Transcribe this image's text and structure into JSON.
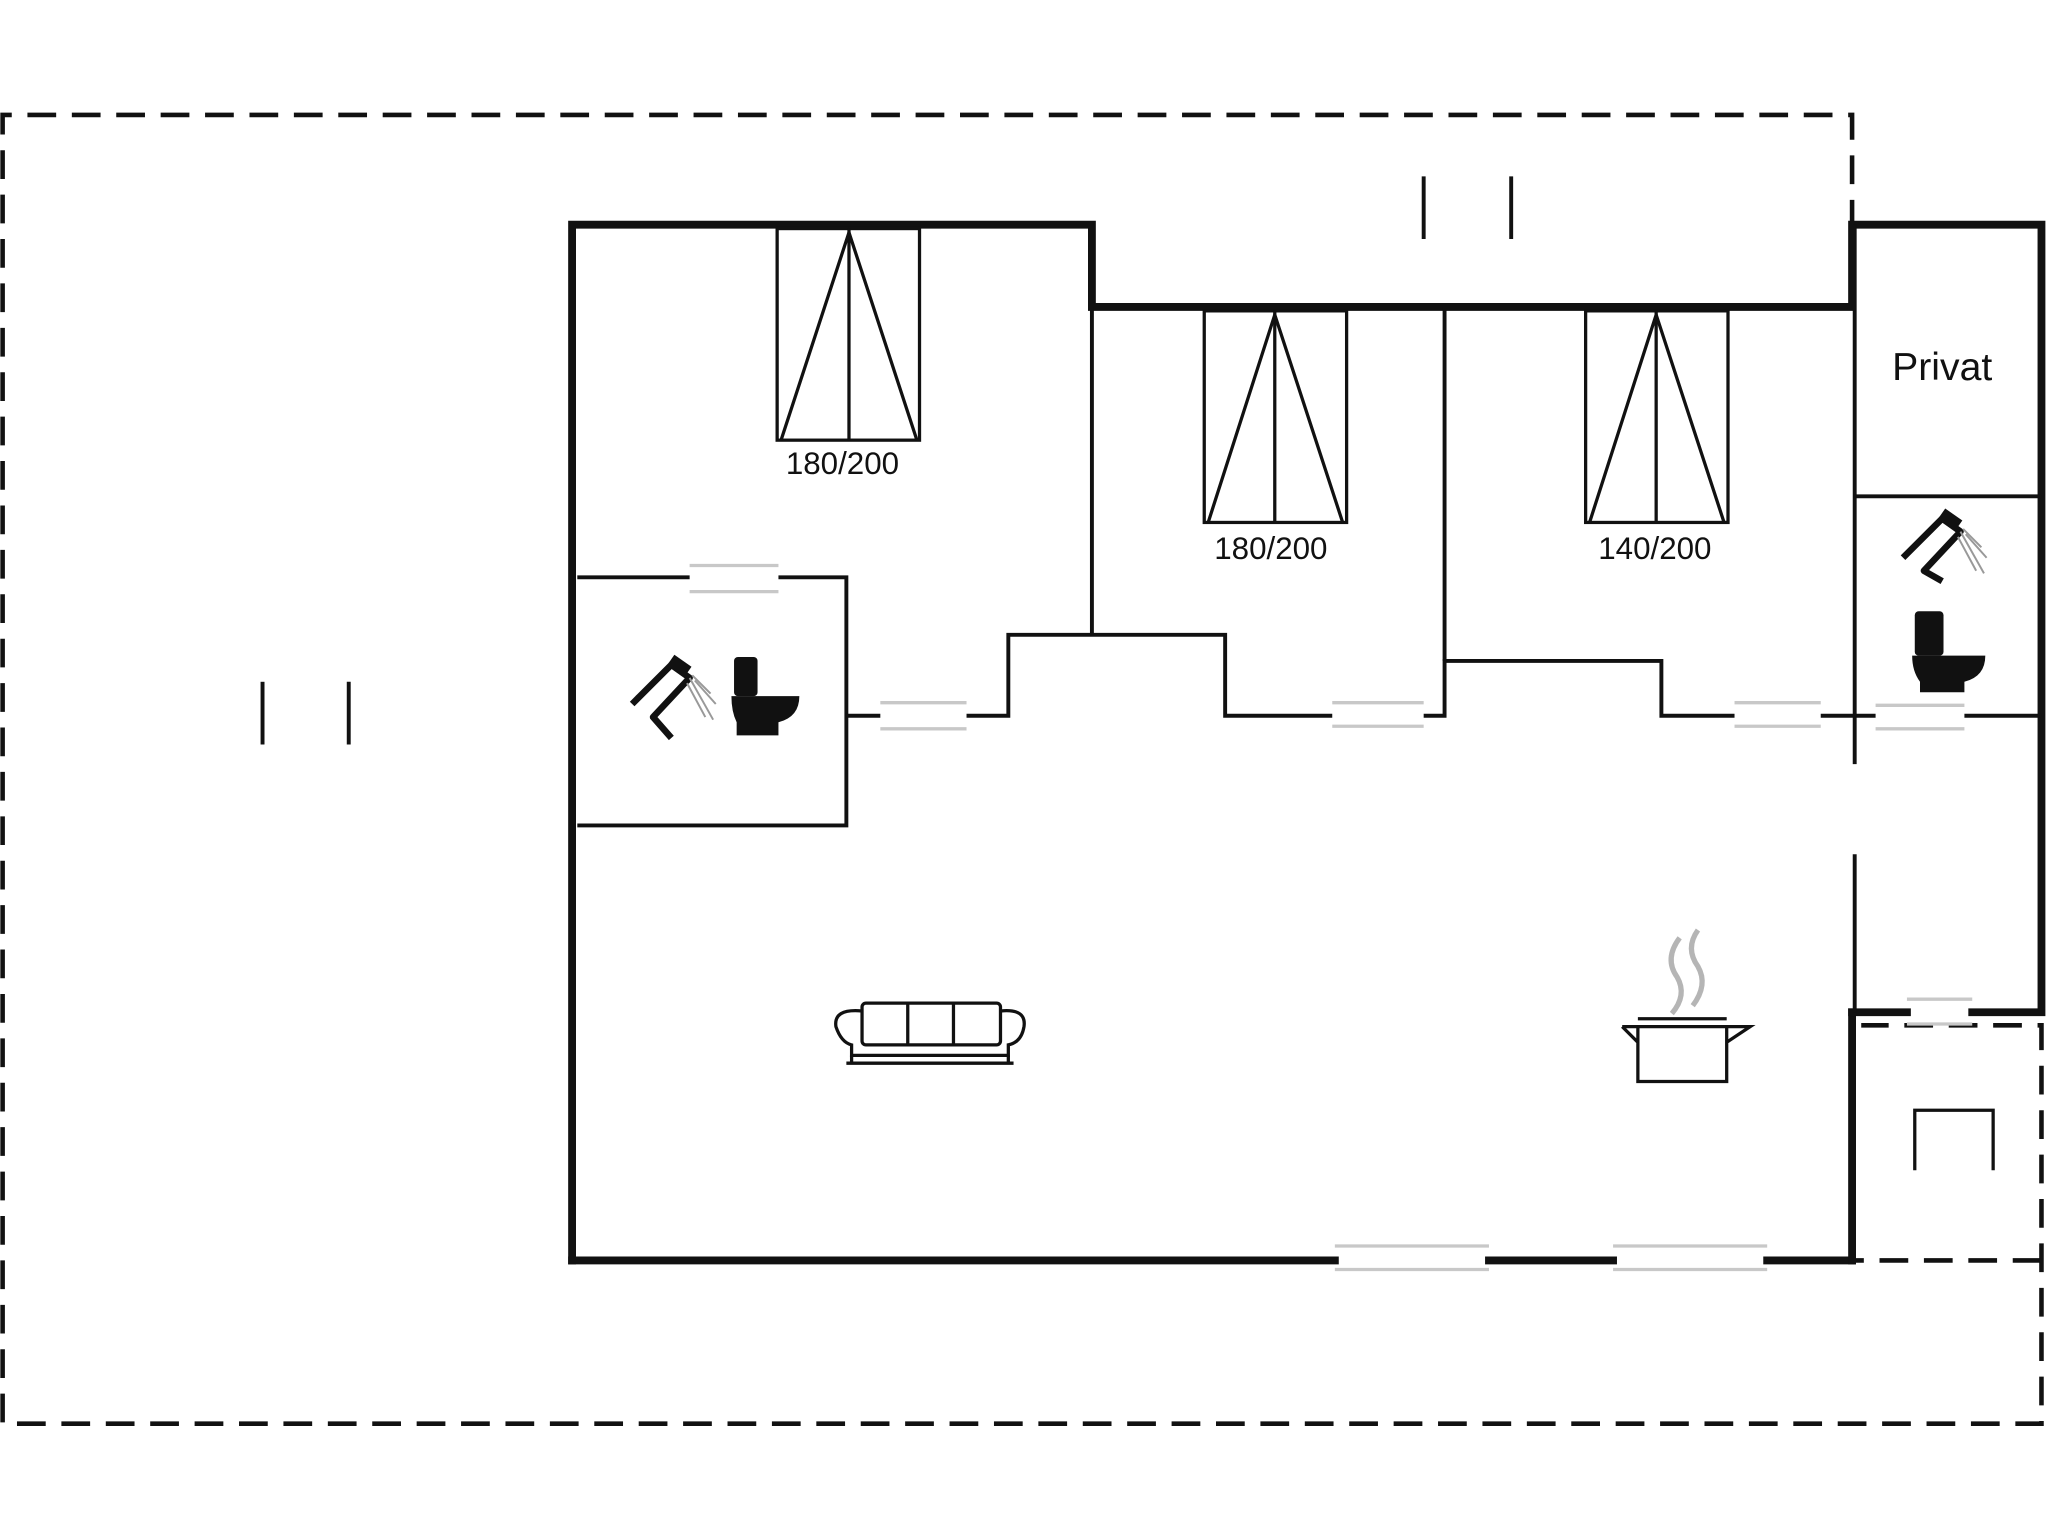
{
  "floorplan": {
    "room_labels": [
      {
        "id": "room-privat",
        "text": "Privat"
      }
    ],
    "bed_labels": [
      {
        "id": "bed-1",
        "text": "180/200"
      },
      {
        "id": "bed-2",
        "text": "180/200"
      },
      {
        "id": "bed-3",
        "text": "140/200"
      }
    ],
    "icons": [
      "shower-icon",
      "toilet-icon",
      "sofa-icon",
      "cooking-pot-icon"
    ],
    "colors": {
      "wall": "#111111",
      "window": "#cccccc",
      "steam": "#b5b5b5",
      "background": "#ffffff"
    }
  }
}
